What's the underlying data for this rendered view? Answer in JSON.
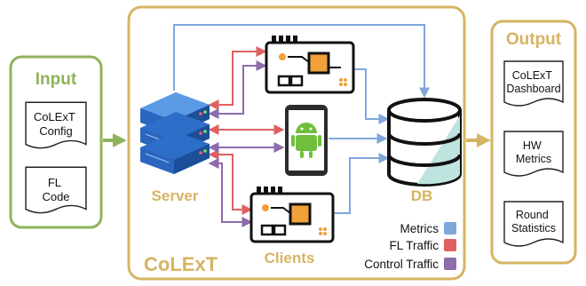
{
  "input": {
    "title": "Input",
    "doc1": [
      "CoLExT",
      "Config"
    ],
    "doc2": [
      "FL",
      "Code"
    ]
  },
  "colext": {
    "title": "CoLExT",
    "server_label": "Server",
    "clients_label": "Clients",
    "db_label": "DB"
  },
  "output": {
    "title": "Output",
    "doc1": [
      "CoLExT",
      "Dashboard"
    ],
    "doc2": [
      "HW",
      "Metrics"
    ],
    "doc3": [
      "Round",
      "Statistics"
    ]
  },
  "legend": [
    {
      "label": "Metrics",
      "color": "#7fa7dc"
    },
    {
      "label": "FL Traffic",
      "color": "#e06060"
    },
    {
      "label": "Control Traffic",
      "color": "#8e6bab"
    }
  ],
  "colors": {
    "input_border": "#8fb35a",
    "colext_border": "#d6b462",
    "metrics": "#7fa7dc",
    "fl_traffic": "#e06060",
    "control": "#8e6bab",
    "server_blue": "#1f5fb5",
    "android_green": "#6fbf3c",
    "chip_orange": "#f2a03a"
  },
  "icons": [
    "server-icon",
    "board-icon",
    "phone-icon",
    "android-icon",
    "database-icon",
    "document-icon"
  ]
}
